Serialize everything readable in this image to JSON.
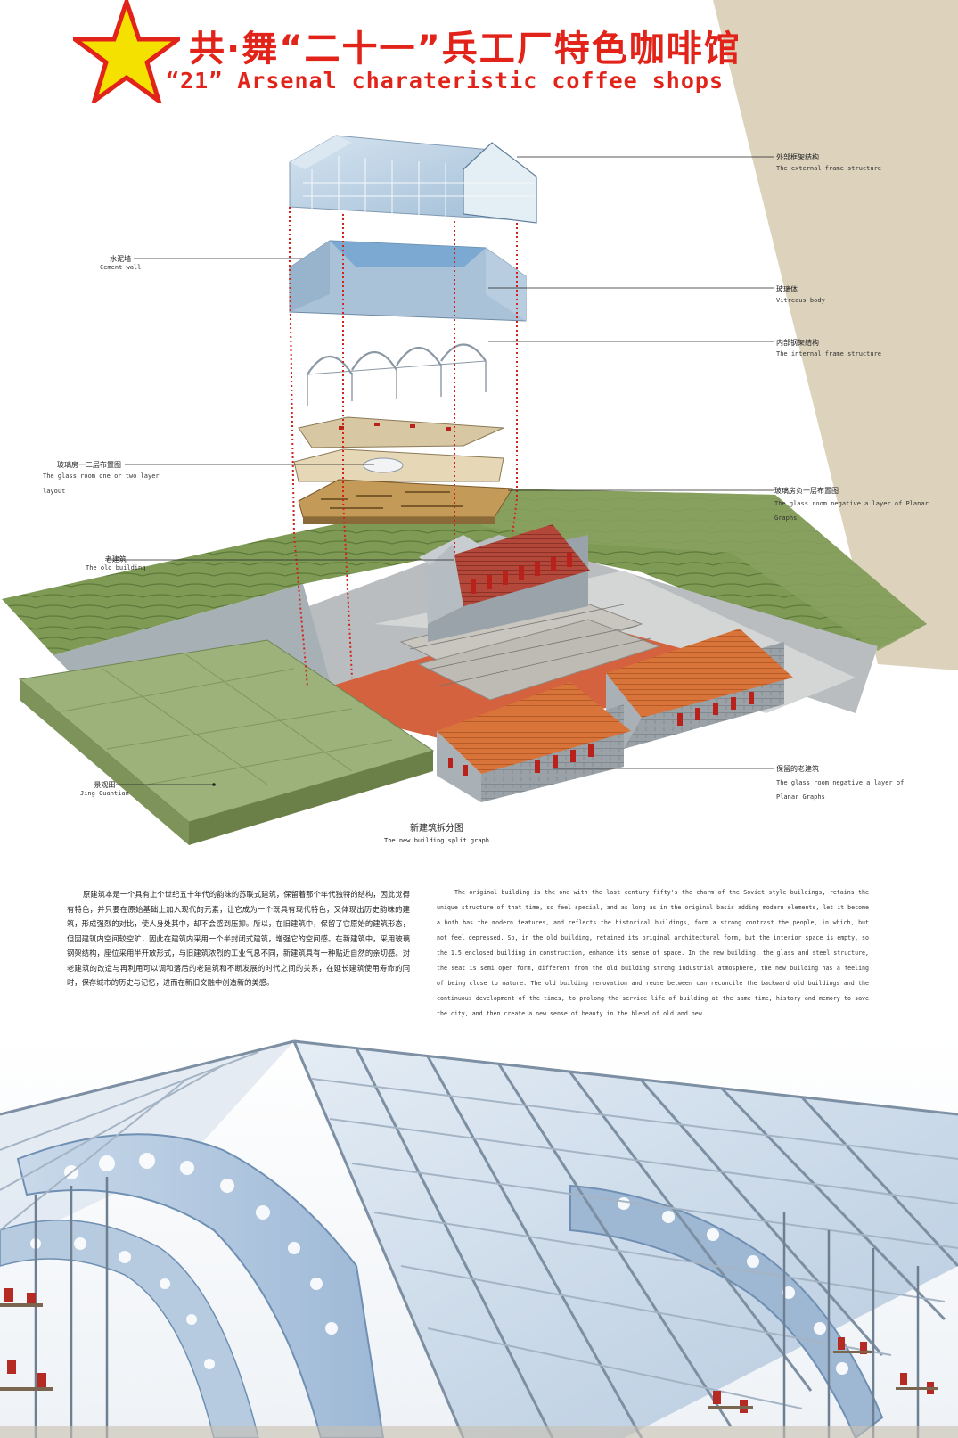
{
  "header": {
    "title_cn": "共·舞“二十一”兵工厂特色咖啡馆",
    "title_en": "“21” Arsenal charateristic coffee shops"
  },
  "colors": {
    "title_red": "#e2231a",
    "star_yellow": "#f5e100",
    "beige_band": "#ddd3bd",
    "grass_green": "#7e9a55",
    "roof_orange": "#d8743a",
    "glass_blue": "#a9c4dc"
  },
  "callouts": {
    "external_frame": {
      "cn": "外部框架结构",
      "en": "The external frame structure"
    },
    "cement_wall": {
      "cn": "水泥墙",
      "en": "Cement wall"
    },
    "vitreous_body": {
      "cn": "玻璃体",
      "en": "Vitreous body"
    },
    "internal_frame": {
      "cn": "内部钢架结构",
      "en": "The internal frame structure"
    },
    "glass_room_upper": {
      "cn": "玻璃房一二层布置图",
      "en1": "The glass room one or two layer",
      "en2": "layout"
    },
    "glass_room_lower": {
      "cn": "玻璃房负一层布置图",
      "en1": "The glass room negative a layer of Planar",
      "en2": "Graphs"
    },
    "old_building": {
      "cn": "老建筑",
      "en": "The old building"
    },
    "retained_old": {
      "cn": "保留的老建筑",
      "en1": "The glass room negative a layer of",
      "en2": "Planar Graphs"
    },
    "jing_guantian": {
      "cn": "景观田",
      "en": "Jing Guantian"
    }
  },
  "diagram_caption": {
    "cn": "新建筑拆分图",
    "en": "The new building split graph"
  },
  "description": {
    "cn": "原建筑本是一个具有上个世纪五十年代的韵味的苏联式建筑，保留着那个年代独特的结构，因此觉得有特色，并只要在原始基础上加入现代的元素，让它成为一个既具有现代特色，又体现出历史韵味的建筑，形成强烈的对比，使人身处其中，却不会感到压抑。所以，在旧建筑中，保留了它原始的建筑形态，但因建筑内空间较空旷，因此在建筑内采用一个半封闭式建筑，增强它的空间感。在新建筑中，采用玻璃钢架结构，座位采用半开放形式，与旧建筑浓烈的工业气息不同，新建筑具有一种贴近自然的亲切感。对老建筑的改造与再利用可以调和落后的老建筑和不断发展的时代之间的关系，在延长建筑使用寿命的同时，保存城市的历史与记忆，进而在新旧交融中创造新的美感。",
    "en": "The original building is the one with the last century fifty's the charm of the Soviet style buildings, retains the unique structure of that time, so feel special, and as long as in the original basis adding modern elements, let it become a both has the modern features, and reflects the historical buildings, form a strong contrast the people, in which, but not feel depressed. So, in the old building, retained its original architectural form, but the interior space is empty, so the 1.5 enclosed building in construction, enhance its sense of space. In the new building, the glass and steel structure, the seat is semi open form, different from the old building strong industrial atmosphere, the new building has a feeling of being close to nature. The old building renovation and reuse between can reconcile the backward old buildings and the continuous development of the times, to prolong the service life of building at the same time, history and memory to save the city, and then create a new sense of beauty in the blend of old and new."
  }
}
